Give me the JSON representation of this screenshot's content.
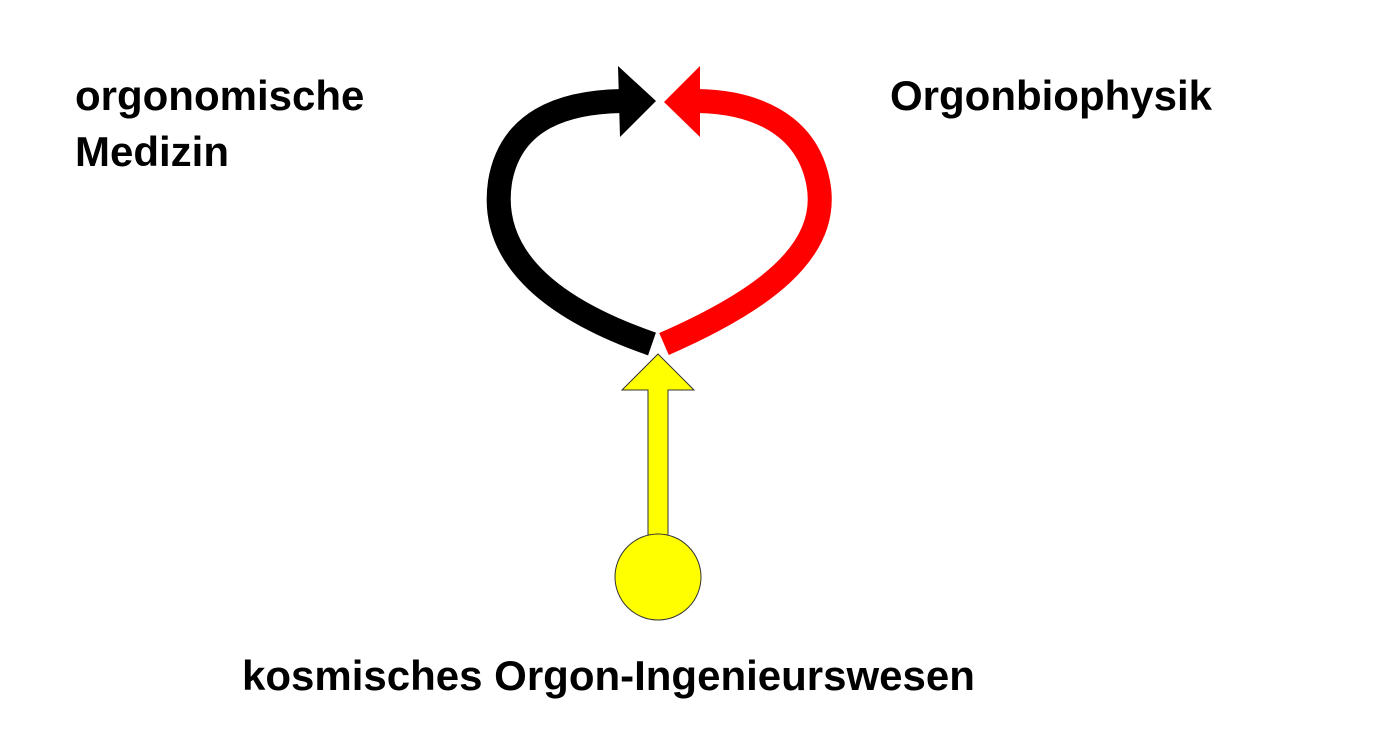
{
  "labels": {
    "left_line1": "orgonomische",
    "left_line2": "Medizin",
    "right": "Orgonbiophysik",
    "bottom": "kosmisches Orgon-Ingenieurswesen"
  },
  "colors": {
    "left_arrow": "#000000",
    "right_arrow": "#ff0000",
    "source_arrow": "#ffff00"
  }
}
